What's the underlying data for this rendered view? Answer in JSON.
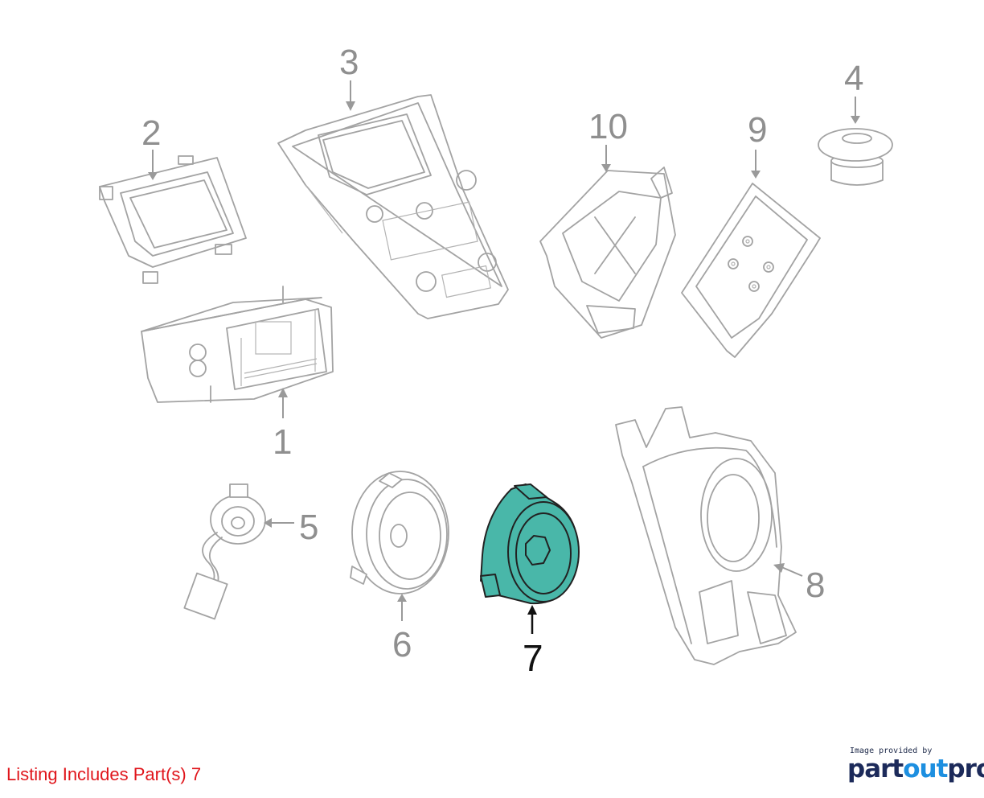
{
  "callouts": [
    {
      "id": "1",
      "label": "1"
    },
    {
      "id": "2",
      "label": "2"
    },
    {
      "id": "3",
      "label": "3"
    },
    {
      "id": "4",
      "label": "4"
    },
    {
      "id": "5",
      "label": "5"
    },
    {
      "id": "6",
      "label": "6"
    },
    {
      "id": "7",
      "label": "7",
      "highlighted": true
    },
    {
      "id": "8",
      "label": "8"
    },
    {
      "id": "9",
      "label": "9"
    },
    {
      "id": "10",
      "label": "10"
    }
  ],
  "listing_note": "Listing Includes Part(s) 7",
  "credit": {
    "caption": "Image provided by",
    "brand_part1": "part",
    "brand_part2": "out",
    "brand_part3": "pro"
  },
  "colors": {
    "highlight_fill": "#49b7a9",
    "part_stroke": "#a3a3a3",
    "note_text": "#e0151b",
    "brand_dark": "#1c2a5a",
    "brand_blue": "#1d8fe0"
  }
}
